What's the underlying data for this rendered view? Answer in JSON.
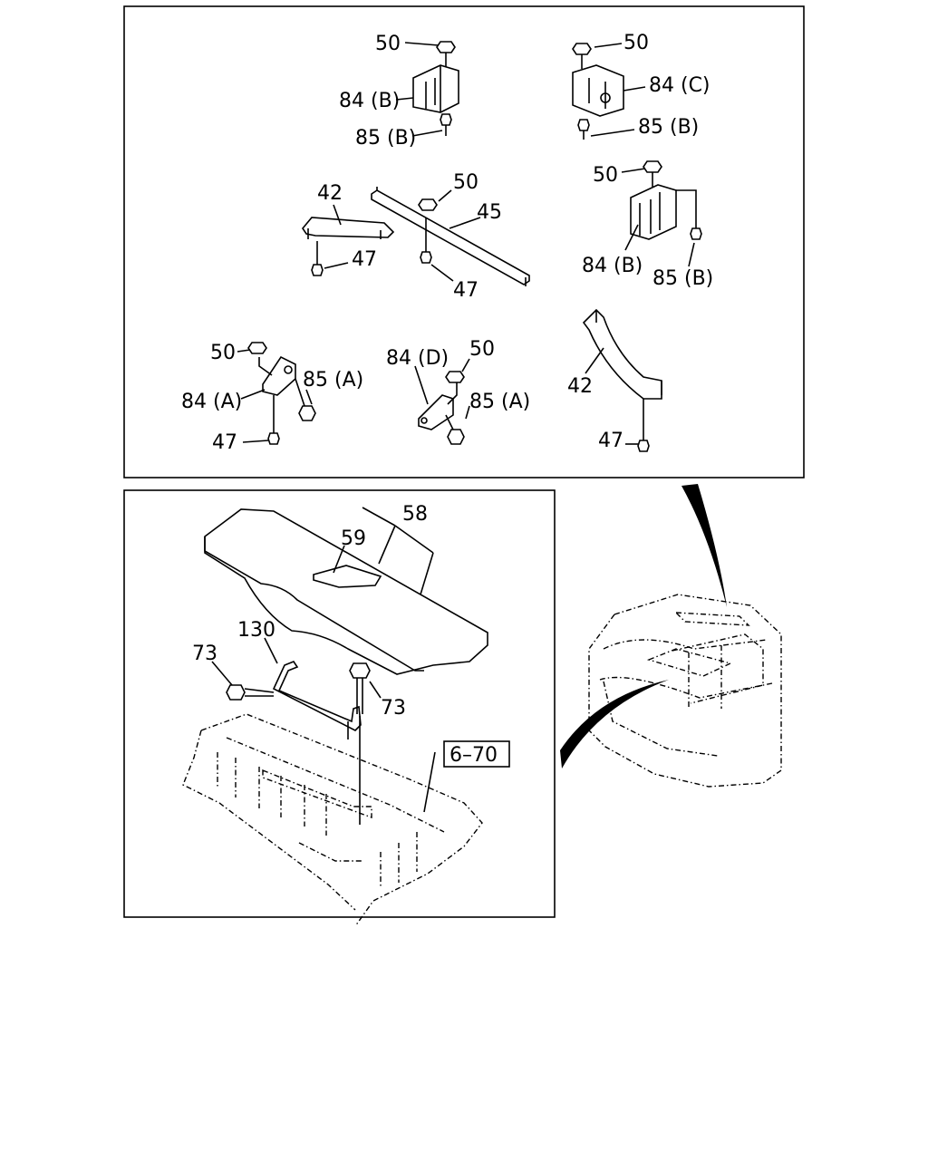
{
  "panels": {
    "upper": {
      "labels": {
        "a": "50",
        "b": "84 (B)",
        "c": "85 (B)",
        "d": "50",
        "e": "84 (C)",
        "f": "85 (B)",
        "g": "42",
        "h": "50",
        "i": "45",
        "j": "47",
        "k": "47",
        "l": "50",
        "m": "84 (B)",
        "n": "85 (B)",
        "o": "50",
        "p": "84 (A)",
        "q": "85 (A)",
        "r": "47",
        "s": "84 (D)",
        "t": "50",
        "u": "85 (A)",
        "v": "42",
        "w": "47"
      }
    },
    "lower": {
      "labels": {
        "a": "58",
        "b": "59",
        "c": "130",
        "d": "73",
        "e": "73"
      },
      "reference_box": "6–70"
    }
  }
}
